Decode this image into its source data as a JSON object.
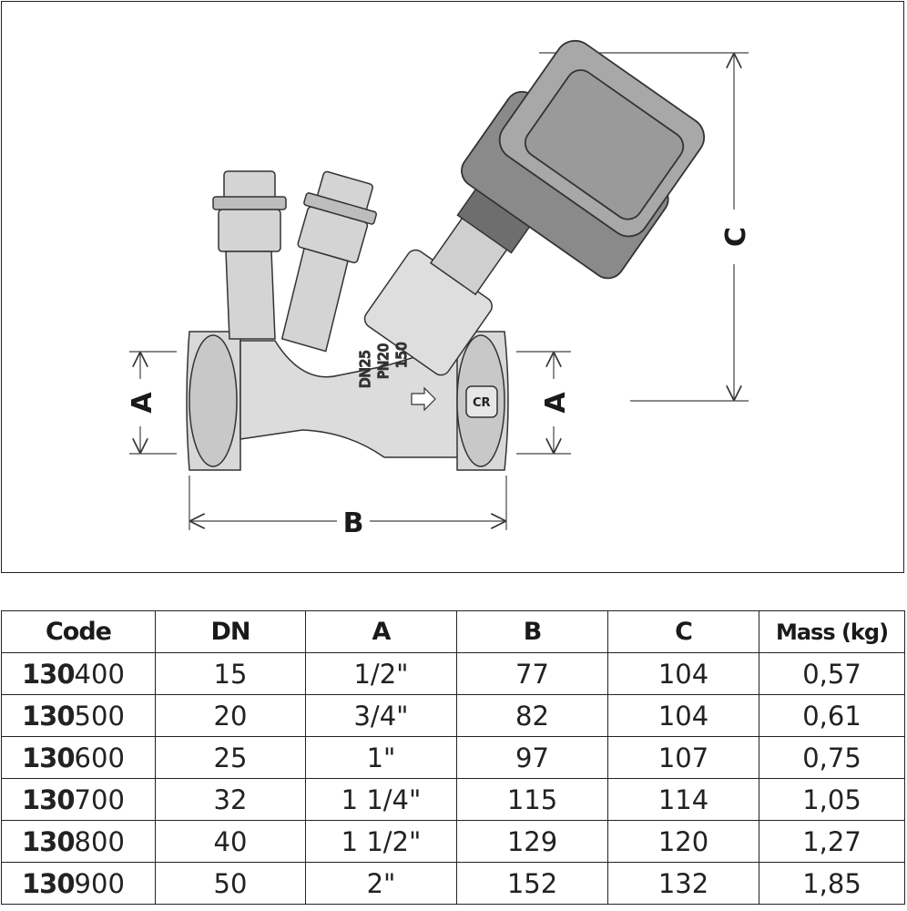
{
  "drawing": {
    "dimension_labels": {
      "a_left": "A",
      "a_right": "A",
      "b": "B",
      "c": "C"
    },
    "valve_marking": {
      "line1": "DN25",
      "line2": "PN20",
      "line3": "150",
      "logo": "CR"
    }
  },
  "table": {
    "headers": {
      "code": "Code",
      "dn": "DN",
      "a": "A",
      "b": "B",
      "c": "C",
      "mass": "Mass (kg)"
    },
    "rows": [
      {
        "code_prefix": "130",
        "code_suffix": "400",
        "dn": "15",
        "a": "1/2\"",
        "b": "77",
        "c": "104",
        "mass": "0,57"
      },
      {
        "code_prefix": "130",
        "code_suffix": "500",
        "dn": "20",
        "a": "3/4\"",
        "b": "82",
        "c": "104",
        "mass": "0,61"
      },
      {
        "code_prefix": "130",
        "code_suffix": "600",
        "dn": "25",
        "a": "1\"",
        "b": "97",
        "c": "107",
        "mass": "0,75"
      },
      {
        "code_prefix": "130",
        "code_suffix": "700",
        "dn": "32",
        "a": "1 1/4\"",
        "b": "115",
        "c": "114",
        "mass": "1,05"
      },
      {
        "code_prefix": "130",
        "code_suffix": "800",
        "dn": "40",
        "a": "1 1/2\"",
        "b": "129",
        "c": "120",
        "mass": "1,27"
      },
      {
        "code_prefix": "130",
        "code_suffix": "900",
        "dn": "50",
        "a": "2\"",
        "b": "152",
        "c": "132",
        "mass": "1,85"
      }
    ]
  }
}
